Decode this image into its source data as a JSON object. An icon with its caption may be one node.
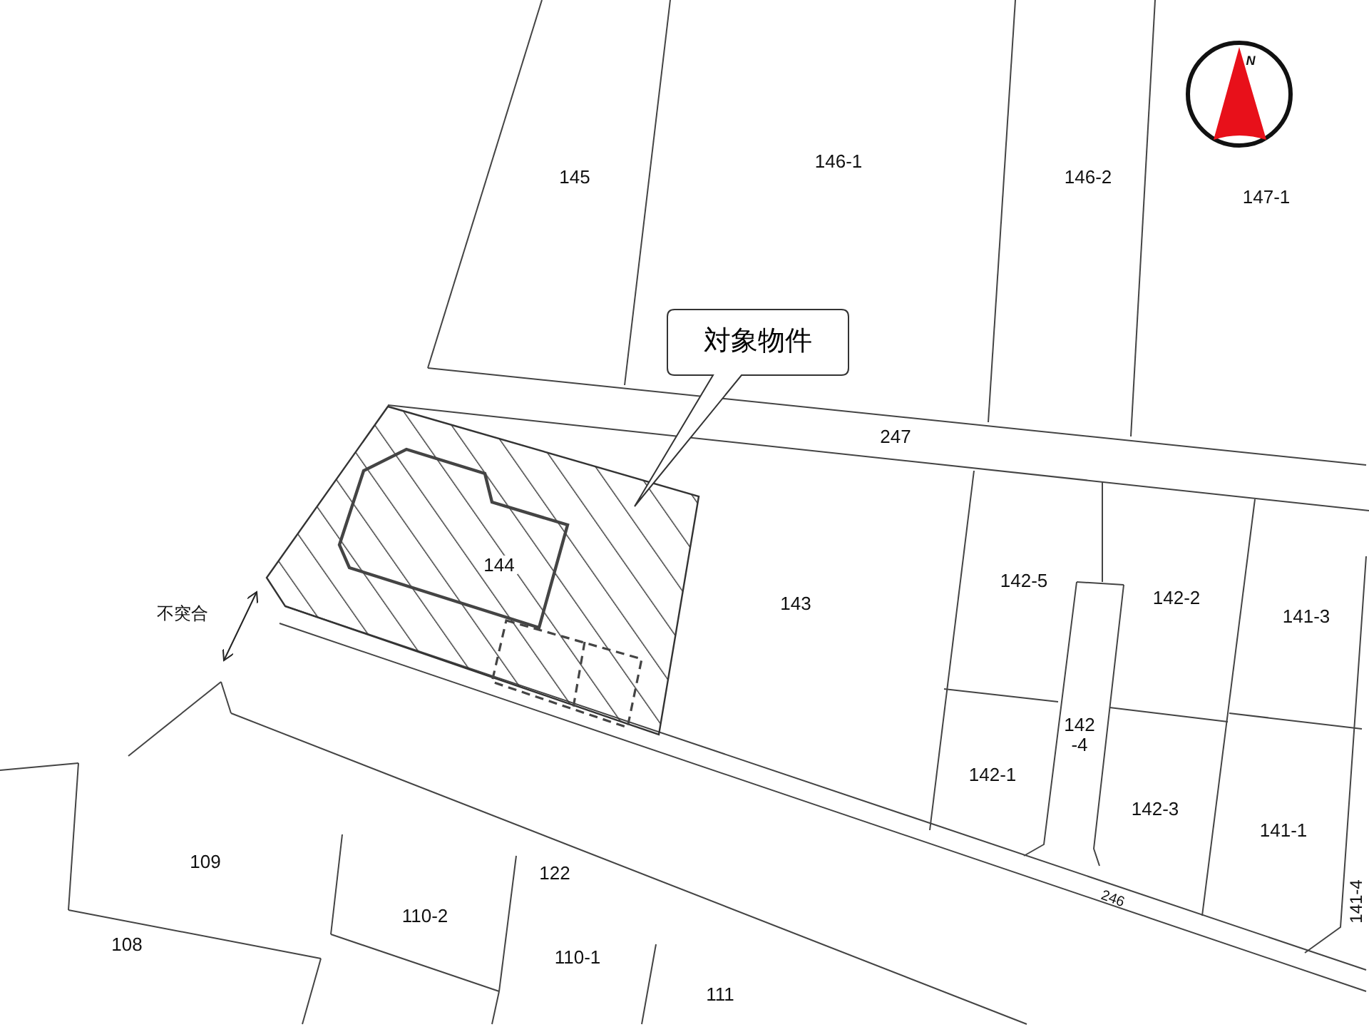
{
  "diagram": {
    "nodes": [
      {
        "text": [
          "対象物件"
        ]
      }
    ],
    "labels": [
      "N",
      "145",
      "146-1",
      "146-2",
      "147-1",
      "247",
      "144",
      "142-5",
      "142-2",
      "141-3",
      "143",
      "不突合",
      "142 -4",
      "142-1",
      "142-3",
      "141-1",
      "109",
      "122",
      "246",
      "141-4",
      "110-2",
      "108",
      "110-1",
      "111"
    ]
  }
}
